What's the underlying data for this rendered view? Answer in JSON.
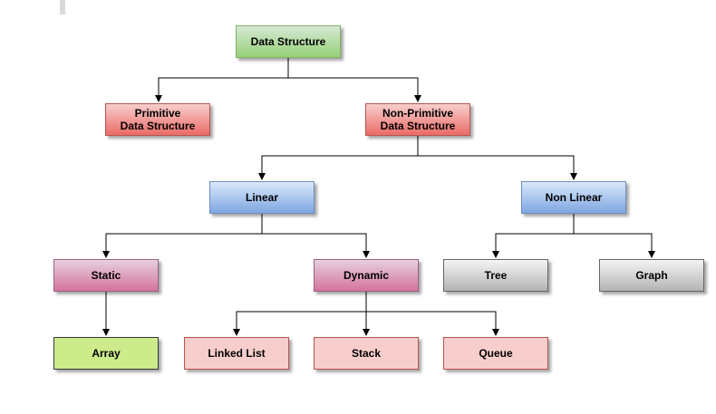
{
  "diagram": {
    "nodes": {
      "root": "Data Structure",
      "primitive": "Primitive\nData Structure",
      "non_primitive": "Non-Primitive\nData Structure",
      "linear": "Linear",
      "non_linear": "Non Linear",
      "static": "Static",
      "dynamic": "Dynamic",
      "tree": "Tree",
      "graph": "Graph",
      "array": "Array",
      "linked_list": "Linked List",
      "stack": "Stack",
      "queue": "Queue"
    }
  }
}
